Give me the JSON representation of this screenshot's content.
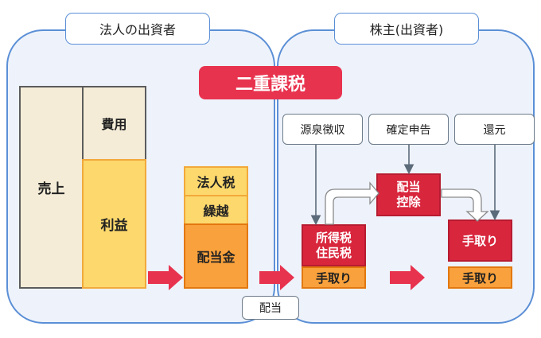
{
  "center_banner": {
    "label": "二重課税",
    "color": "#e8334f"
  },
  "left_panel": {
    "title": "法人の出資者",
    "revenue": "売上",
    "expenses": "費用",
    "profit": "利益",
    "corporate_tax": "法人税",
    "carryover": "繰越",
    "dividend_amount": "配当金"
  },
  "right_panel": {
    "title": "株主(出資者)",
    "withholding": "源泉徴収",
    "tax_return": "確定申告",
    "refund": "還元",
    "income_tax": "所得税\n住民税",
    "take_home_1": "手取り",
    "dividend_deduction": "配当\n控除",
    "take_home_2": "手取り",
    "take_home_3": "手取り"
  },
  "dividend_tag": "配当",
  "colors": {
    "panel_border": "#5b8fd6",
    "panel_fill": "#eef3fb",
    "arrow_red": "#e8334f",
    "tan": "#f4ecd7",
    "yellow": "#fcd86d",
    "orange": "#f9a13c",
    "red": "#d8263d"
  }
}
